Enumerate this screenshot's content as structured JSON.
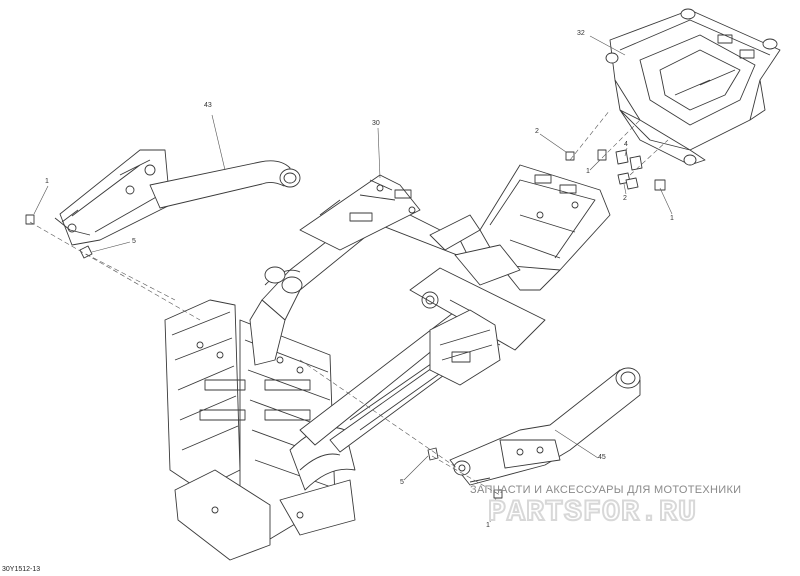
{
  "diagram": {
    "document_number": "30Y1512-13",
    "callouts": {
      "c43": "43",
      "c30": "30",
      "c32": "32",
      "c45": "45",
      "c1_left": "1",
      "c5_left": "5",
      "c2_top": "2",
      "c1_mid": "1",
      "c4": "4",
      "c2_mid": "2",
      "c1_right": "1",
      "c5_bottom": "5",
      "c1_bottom": "1"
    }
  },
  "watermark": {
    "tagline": "ЗАПЧАСТИ И АКСЕССУАРЫ ДЛЯ МОТОТЕХНИКИ",
    "logo": "PARTSFOR.RU"
  },
  "colors": {
    "line": "#3a3a3a",
    "leader": "#555555",
    "watermark_text": "#8a8a8a"
  }
}
